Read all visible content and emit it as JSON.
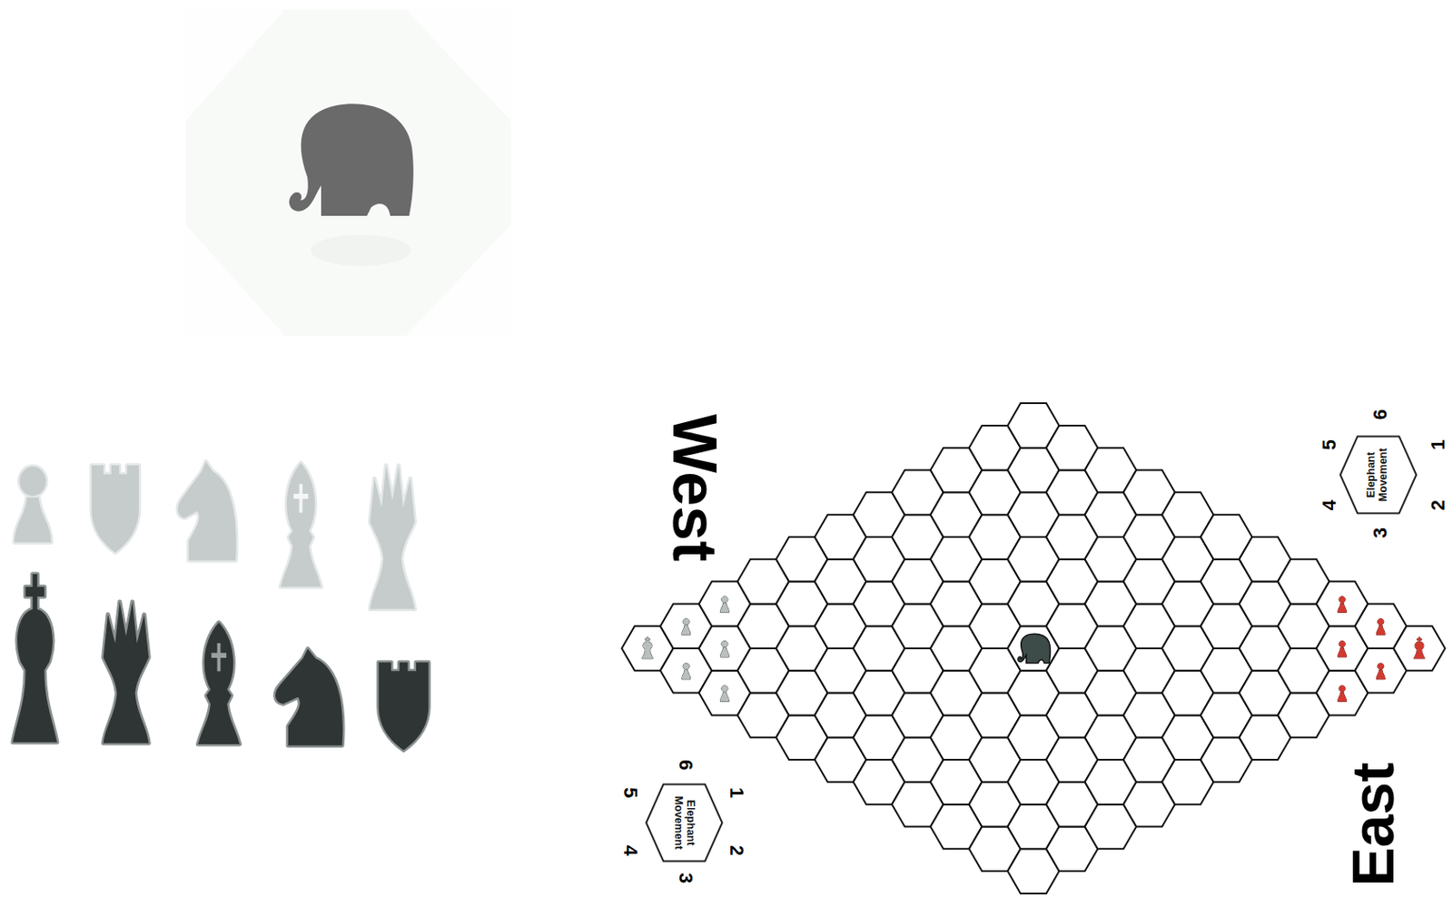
{
  "diagram": {
    "nodes": [
      {
        "text": [
          "Elephant Movement"
        ]
      },
      {
        "text": [
          "Elephant Movement"
        ]
      }
    ],
    "labels": [
      "West",
      "6",
      "5",
      "1",
      "4",
      "2",
      "3",
      "6",
      "5",
      "1",
      "4",
      "2",
      "3",
      "East"
    ]
  }
}
